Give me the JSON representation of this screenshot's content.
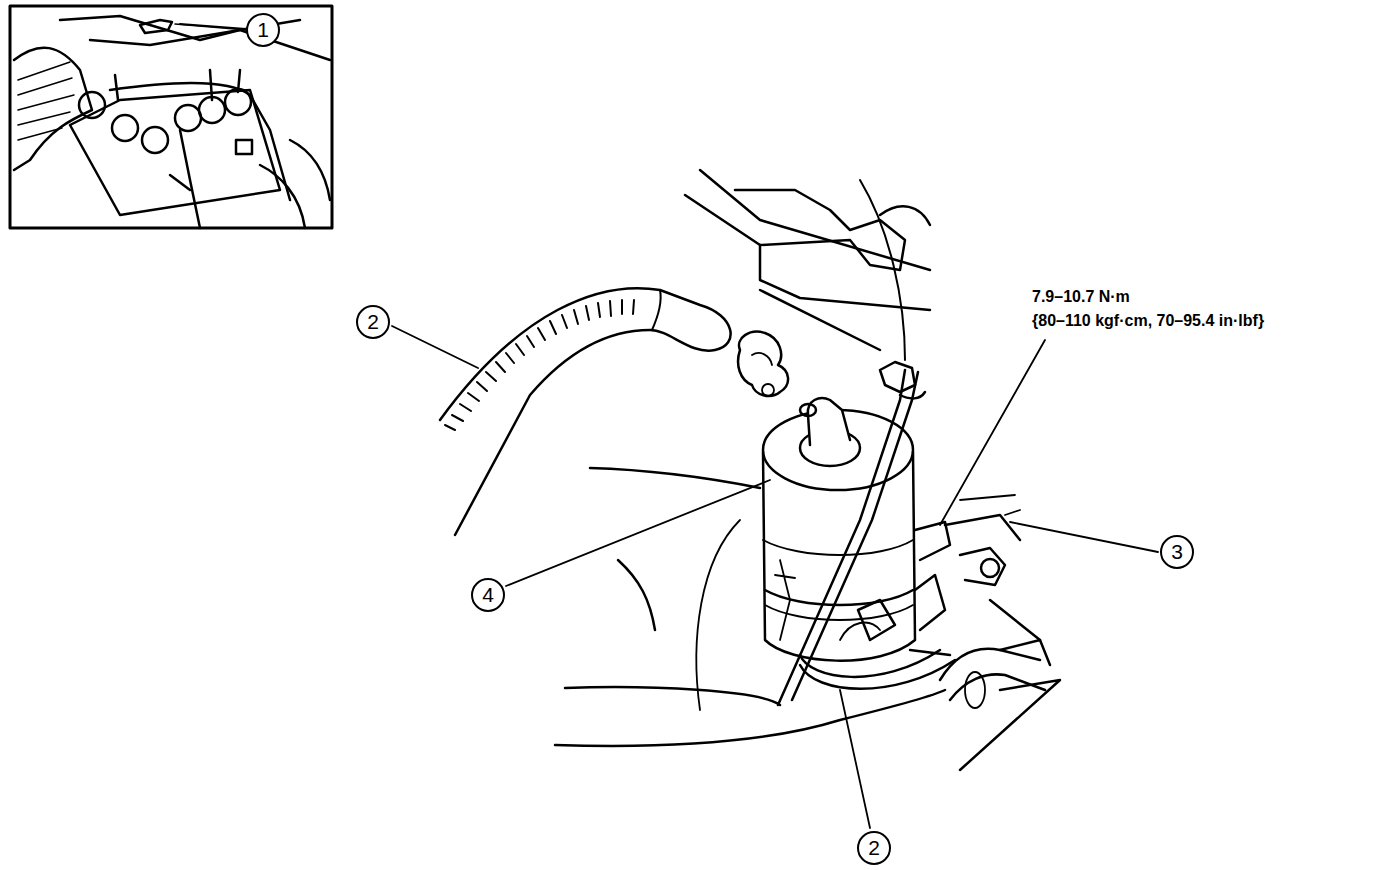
{
  "diagram": {
    "labels": [
      "1",
      "2",
      "7.9–10.7 N·m",
      "{80–110 kgf·cm, 70–95.4 in·lbf}",
      "3",
      "4",
      "2"
    ]
  }
}
